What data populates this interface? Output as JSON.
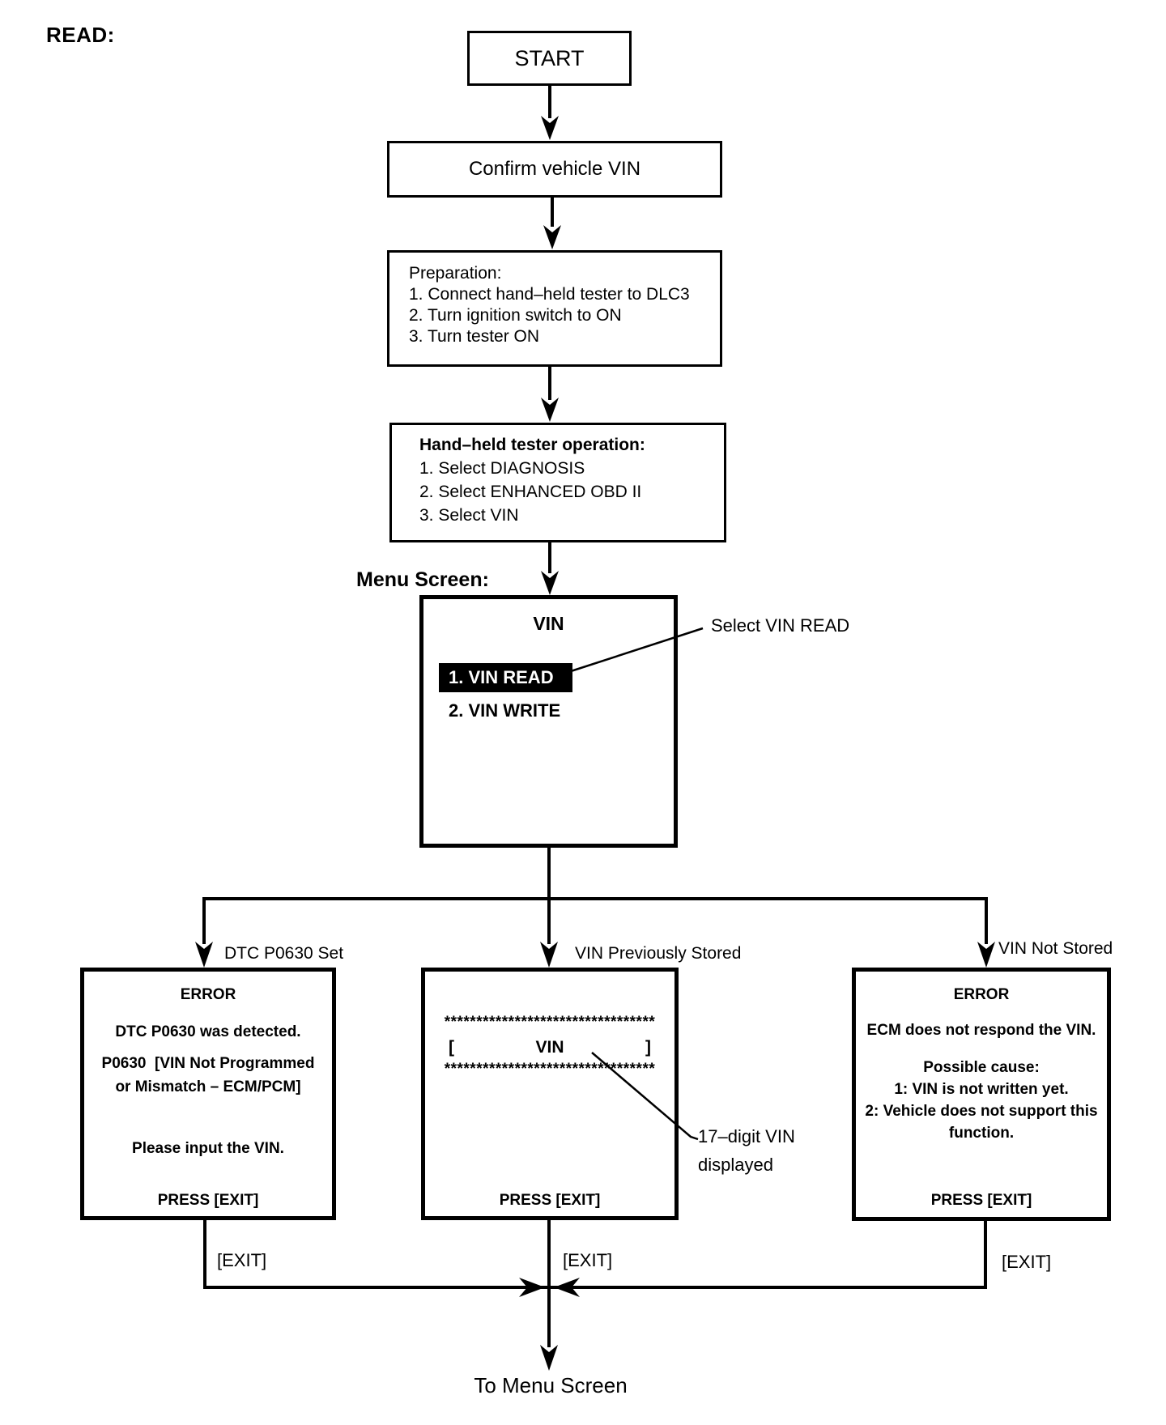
{
  "page": {
    "title": "READ:",
    "footer": "To Menu Screen"
  },
  "flow": {
    "start": "START",
    "confirm": "Confirm vehicle VIN",
    "preparation": {
      "title": "Preparation:",
      "items": [
        "1. Connect hand–held tester to DLC3",
        "2. Turn ignition switch to ON",
        "3. Turn tester ON"
      ]
    },
    "tester_operation": {
      "title": "Hand–held tester operation:",
      "items": [
        "1. Select DIAGNOSIS",
        "2. Select ENHANCED OBD II",
        "3. Select VIN"
      ]
    }
  },
  "menu_screen": {
    "label": "Menu Screen:",
    "title": "VIN",
    "items": [
      {
        "label": "1. VIN READ",
        "selected": true
      },
      {
        "label": "2. VIN WRITE",
        "selected": false
      }
    ],
    "callout": "Select VIN READ"
  },
  "branches": {
    "left": {
      "label": "DTC P0630 Set",
      "lines": [
        "ERROR",
        "DTC P0630 was detected.",
        "P0630  [VIN Not Programmed",
        "or Mismatch – ECM/PCM]",
        "Please input the VIN.",
        "PRESS [EXIT]"
      ],
      "exit_label": "[EXIT]"
    },
    "center": {
      "label": "VIN Previously Stored",
      "asterisk_row_top": "*********************************",
      "bracket_open": "[",
      "vin_field": "VIN",
      "bracket_close": "]",
      "asterisk_row_bottom": "*********************************",
      "press_exit": "PRESS [EXIT]",
      "exit_label": "[EXIT]",
      "callout_line1": "17–digit VIN",
      "callout_line2": "displayed"
    },
    "right": {
      "label": "VIN Not Stored",
      "lines": [
        "ERROR",
        "ECM does not respond the VIN.",
        "Possible cause:",
        "1: VIN is not written yet.",
        "2: Vehicle does not support this",
        "function.",
        "PRESS [EXIT]"
      ],
      "exit_label": "[EXIT]"
    }
  },
  "colors": {
    "ink": "#000000",
    "paper": "#ffffff",
    "highlight_bg": "#000000",
    "highlight_text": "#ffffff"
  }
}
